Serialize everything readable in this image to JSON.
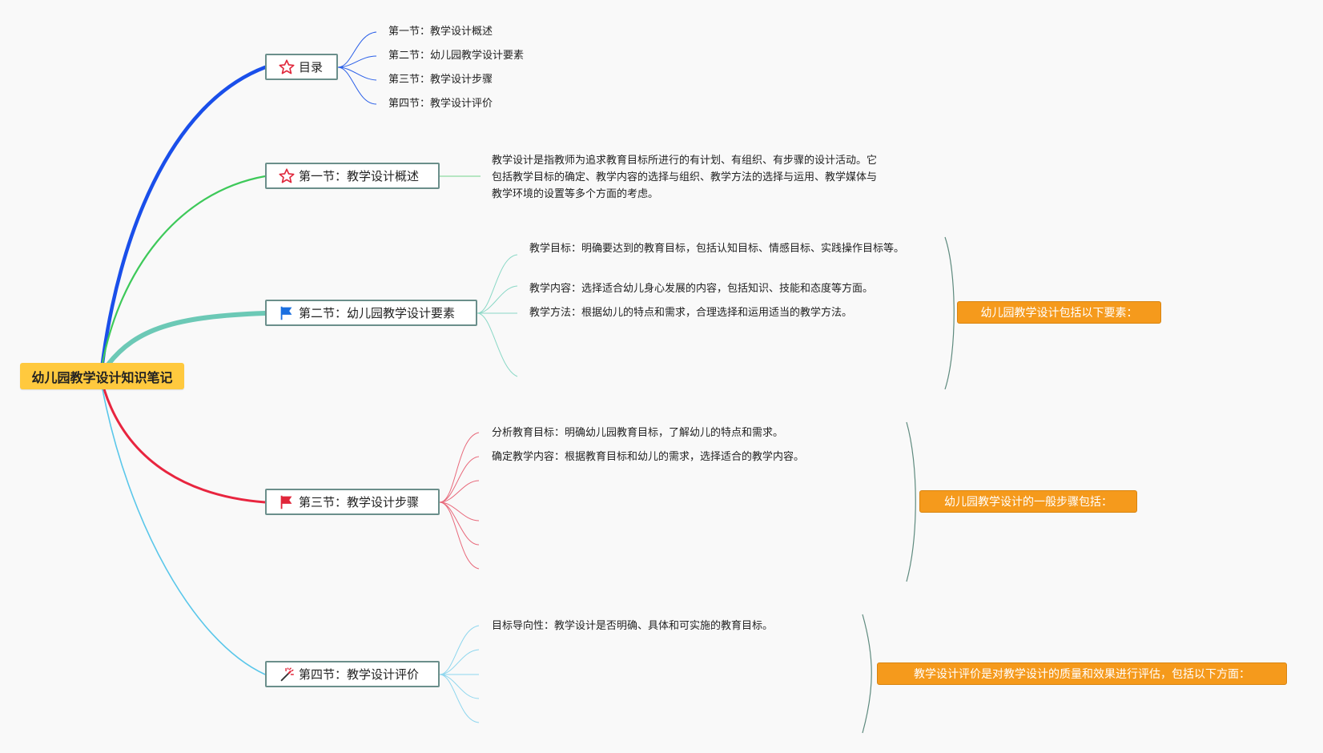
{
  "root": {
    "label": "幼儿园教学设计知识笔记"
  },
  "branches": [
    {
      "id": "toc",
      "label": "目录",
      "icon": "star-icon",
      "color": "#1a4fea",
      "items": [
        "第一节：教学设计概述",
        "第二节：幼儿园教学设计要素",
        "第三节：教学设计步骤",
        "第四节：教学设计评价"
      ]
    },
    {
      "id": "sec1",
      "label": "第一节：教学设计概述",
      "icon": "star-icon",
      "color": "#3ec95a",
      "paragraph": "教学设计是指教师为追求教育目标所进行的有计划、有组织、有步骤的设计活动。它包括教学目标的确定、教学内容的选择与组织、教学方法的选择与运用、教学媒体与教学环境的设置等多个方面的考虑。"
    },
    {
      "id": "sec2",
      "label": "第二节：幼儿园教学设计要素",
      "icon": "blue-flag-icon",
      "color": "#6cc9b6",
      "items": [
        "教学目标：明确要达到的教育目标，包括认知目标、情感目标、实践操作目标等。",
        "教学内容：选择适合幼儿身心发展的内容，包括知识、技能和态度等方面。",
        "教学方法：根据幼儿的特点和需求，合理选择和运用适当的教学方法。"
      ],
      "summary": "幼儿园教学设计包括以下要素："
    },
    {
      "id": "sec3",
      "label": "第三节：教学设计步骤",
      "icon": "red-flag-icon",
      "color": "#e8253f",
      "items": [
        "分析教育目标：明确幼儿园教育目标，了解幼儿的特点和需求。",
        "确定教学内容：根据教育目标和幼儿的需求，选择适合的教学内容。"
      ],
      "summary": "幼儿园教学设计的一般步骤包括："
    },
    {
      "id": "sec4",
      "label": "第四节：教学设计评价",
      "icon": "magic-wand-icon",
      "color": "#5ac7ea",
      "items": [
        "目标导向性：教学设计是否明确、具体和可实施的教育目标。"
      ],
      "summary": "教学设计评价是对教学设计的质量和效果进行评估，包括以下方面："
    }
  ],
  "colors": {
    "root_fill": "#ffc93e",
    "node_border": "#6b8f8b",
    "summary_fill": "#f59a1c",
    "bracket": "#5e8a7e"
  }
}
